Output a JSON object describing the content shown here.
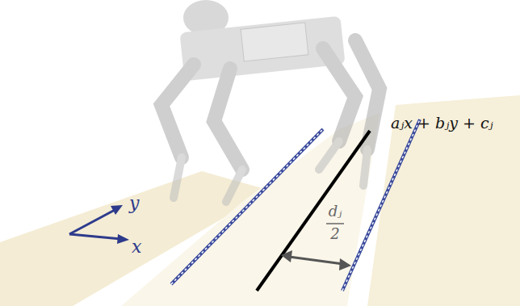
{
  "diagram": {
    "labels": [
      "y",
      "x",
      "aⱼx + bⱼy + cⱼ",
      "dⱼ",
      "2"
    ]
  }
}
